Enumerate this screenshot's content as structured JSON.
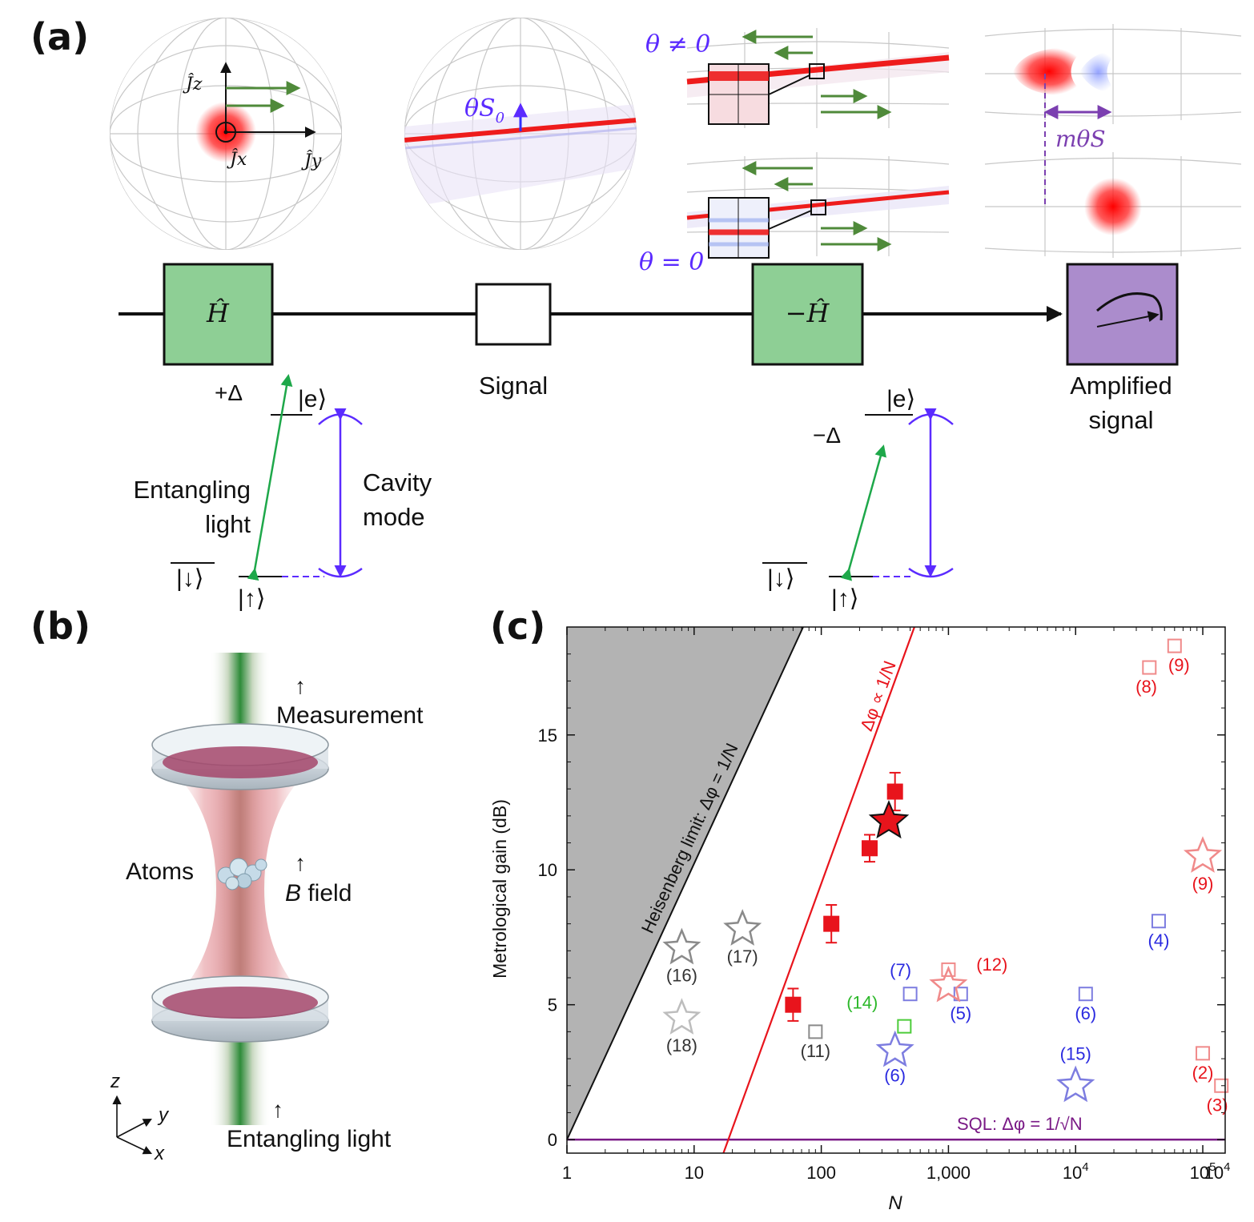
{
  "panel_labels": {
    "a": "(a)",
    "b": "(b)",
    "c": "(c)"
  },
  "panel_a": {
    "bloch_axes": {
      "jz": "Ĵz",
      "jx": "Ĵx",
      "jy": "Ĵy"
    },
    "signal_label": "θS",
    "signal_sub": "0",
    "theta_neq": "θ ≠ 0",
    "theta_eq": "θ = 0",
    "amplified_shift": "mθS",
    "gates": {
      "h": "Ĥ",
      "minus_h": "−Ĥ"
    },
    "signal_box_label": "Signal",
    "amplified_label_1": "Amplified",
    "amplified_label_2": "signal",
    "level_left": {
      "detuning": "+Δ",
      "excited": "|e⟩",
      "down": "|↓⟩",
      "up": "|↑⟩"
    },
    "level_right": {
      "detuning": "−Δ",
      "excited": "|e⟩",
      "down": "|↓⟩",
      "up": "|↑⟩"
    },
    "entangling_1": "Entangling",
    "entangling_2": "light",
    "cavity_1": "Cavity",
    "cavity_2": "mode"
  },
  "panel_b": {
    "measurement": "Measurement",
    "atoms": "Atoms",
    "b_field_b": "B",
    "b_field_rest": " field",
    "entangling_light": "Entangling light",
    "axes": {
      "z": "z",
      "y": "y",
      "x": "x"
    }
  },
  "colors": {
    "red": "#e8141c",
    "green": "#1ea84a",
    "violet": "#5b2bff",
    "gate_green": "#8ecf95",
    "readout_purple": "#ab8ccc",
    "sql_purple": "#7a1a86"
  },
  "chart_data": {
    "type": "scatter",
    "xlabel": "N",
    "ylabel": "Metrological gain (dB)",
    "xscale": "log",
    "xlim": [
      1,
      150000
    ],
    "ylim": [
      -0.5,
      19
    ],
    "x_ticks": [
      {
        "v": 1,
        "label": "1"
      },
      {
        "v": 10,
        "label": "10"
      },
      {
        "v": 100,
        "label": "100"
      },
      {
        "v": 1000,
        "label": "1,000"
      },
      {
        "v": 10000,
        "label": "10",
        "sup": "4"
      },
      {
        "v": 100000,
        "label": "10",
        "sup": "5"
      },
      {
        "v": 150000,
        "label": "10",
        "sup": "4"
      }
    ],
    "y_ticks": [
      0,
      5,
      10,
      15
    ],
    "heisenberg_limit": {
      "label": "Heisenberg limit: Δφ = 1/N",
      "edge": [
        [
          1,
          0
        ],
        [
          72,
          19
        ]
      ]
    },
    "fit_line": {
      "label": "Δφ ∝ 1/N",
      "points": [
        [
          17,
          -0.5
        ],
        [
          540,
          19
        ]
      ]
    },
    "sql": {
      "label": "SQL: Δφ = 1/√N",
      "y": 0
    },
    "this_work": [
      {
        "x": 60,
        "y": 5.0,
        "err": 0.6
      },
      {
        "x": 120,
        "y": 8.0,
        "err": 0.7
      },
      {
        "x": 240,
        "y": 10.8,
        "err": 0.5
      },
      {
        "x": 380,
        "y": 12.9,
        "err": 0.7
      }
    ],
    "this_work_star": {
      "x": 340,
      "y": 11.8
    },
    "references": [
      {
        "x": 8,
        "y": 7.1,
        "label": "(16)",
        "color": "#8a8a8a",
        "marker": "star",
        "lx": 8,
        "ly": 6.1
      },
      {
        "x": 24,
        "y": 7.8,
        "label": "(17)",
        "color": "#8a8a8a",
        "marker": "star",
        "lx": 24,
        "ly": 6.8
      },
      {
        "x": 8,
        "y": 4.5,
        "label": "(18)",
        "color": "#bdbdbd",
        "marker": "star",
        "lx": 8,
        "ly": 3.5
      },
      {
        "x": 90,
        "y": 4.0,
        "label": "(11)",
        "color": "#8a8a8a",
        "marker": "square",
        "lx": 90,
        "ly": 3.3
      },
      {
        "x": 450,
        "y": 4.2,
        "label": "(14)",
        "color": "#4ccc3a",
        "marker": "square",
        "lx": 210,
        "ly": 5.1
      },
      {
        "x": 500,
        "y": 5.4,
        "label": "(7)",
        "color": "#7d7de0",
        "marker": "square",
        "lx": 420,
        "ly": 6.3
      },
      {
        "x": 1250,
        "y": 5.4,
        "label": "(5)",
        "color": "#7d7de0",
        "marker": "square",
        "lx": 1250,
        "ly": 4.7
      },
      {
        "x": 1000,
        "y": 6.3,
        "label": "(12)",
        "color": "#f08a8a",
        "marker": "square",
        "lx": 2200,
        "ly": 6.5
      },
      {
        "x": 1000,
        "y": 5.7,
        "label": "",
        "color": "#f08a8a",
        "marker": "star",
        "lx": 1000,
        "ly": 5.7
      },
      {
        "x": 380,
        "y": 3.3,
        "label": "(6)",
        "color": "#7d7de0",
        "marker": "star",
        "lx": 380,
        "ly": 2.4
      },
      {
        "x": 10000,
        "y": 2.0,
        "label": "(15)",
        "color": "#7d7de0",
        "marker": "star",
        "lx": 10000,
        "ly": 3.2
      },
      {
        "x": 12000,
        "y": 5.4,
        "label": "(6)",
        "color": "#7d7de0",
        "marker": "square",
        "lx": 12000,
        "ly": 4.7
      },
      {
        "x": 45000,
        "y": 8.1,
        "label": "(4)",
        "color": "#7d7de0",
        "marker": "square",
        "lx": 45000,
        "ly": 7.4
      },
      {
        "x": 100000,
        "y": 10.5,
        "label": "(9)",
        "color": "#f08a8a",
        "marker": "star",
        "lx": 100000,
        "ly": 9.5
      },
      {
        "x": 100000,
        "y": 3.2,
        "label": "(2)",
        "color": "#f08a8a",
        "marker": "square",
        "lx": 100000,
        "ly": 2.5
      },
      {
        "x": 38000,
        "y": 17.5,
        "label": "(8)",
        "color": "#f08a8a",
        "marker": "square",
        "lx": 36000,
        "ly": 16.8
      },
      {
        "x": 60000,
        "y": 18.3,
        "label": "(9)",
        "color": "#f08a8a",
        "marker": "square",
        "lx": 65000,
        "ly": 17.6
      },
      {
        "x": 140000,
        "y": 2.0,
        "label": "(3)",
        "color": "#f08a8a",
        "marker": "square",
        "lx": 130000,
        "ly": 1.3
      }
    ]
  }
}
